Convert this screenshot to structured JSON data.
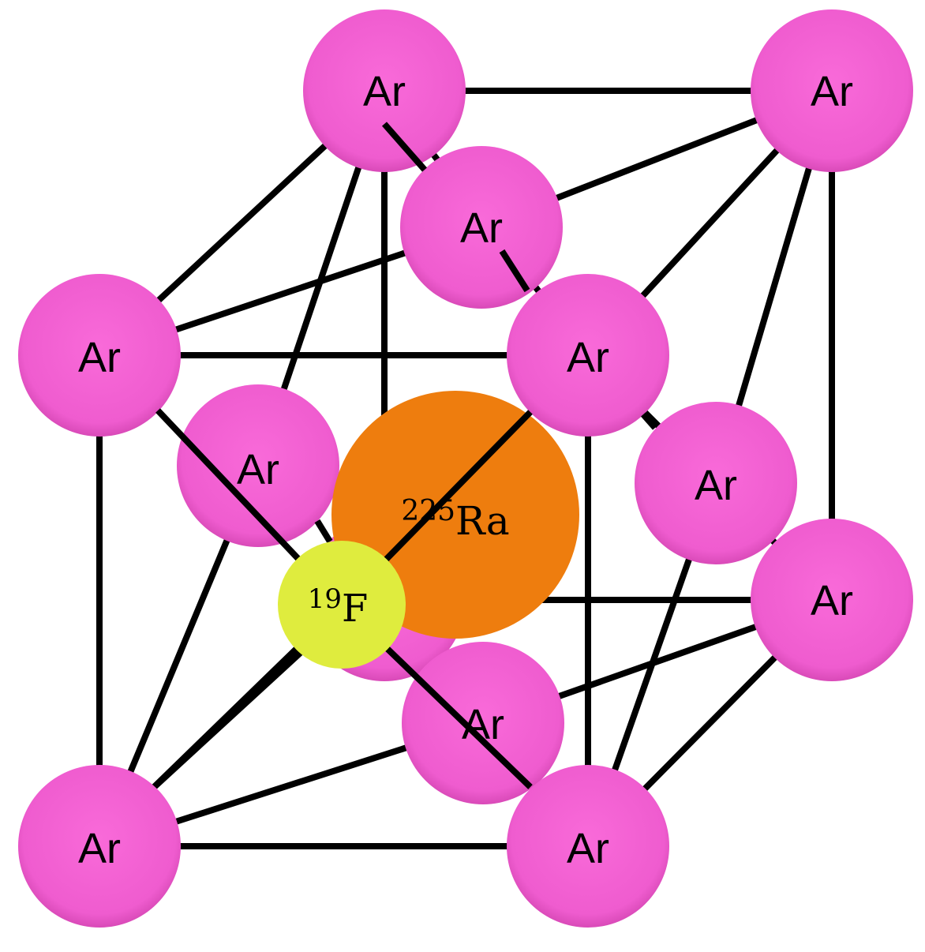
{
  "colors": {
    "argon": "#f05fd0",
    "argon_edge": "#d94ab8",
    "radium": "#ee7d0e",
    "fluorine": "#dfec3e",
    "bond": "#000000"
  },
  "atoms": {
    "argon_label": "Ar",
    "radium": {
      "mass": "225",
      "symbol": "Ra"
    },
    "fluorine": {
      "mass": "19",
      "symbol": "F"
    }
  }
}
